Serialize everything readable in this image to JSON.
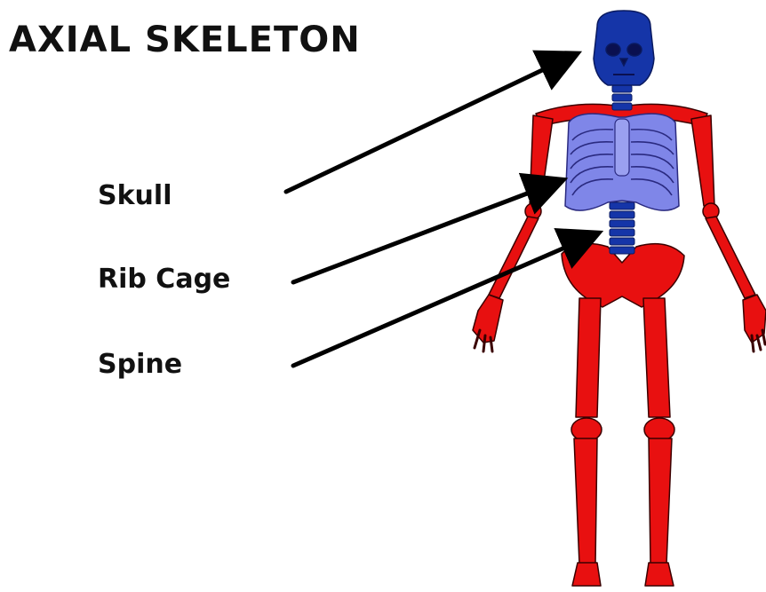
{
  "title": "AXIAL SKELETON",
  "labels": {
    "skull": "Skull",
    "rib_cage": "Rib Cage",
    "spine": "Spine"
  },
  "colors": {
    "axial": "#1535a8",
    "rib_cage": "#7f86e8",
    "appendicular": "#e81010",
    "outline": "#3a0000",
    "arrow": "#000000"
  }
}
